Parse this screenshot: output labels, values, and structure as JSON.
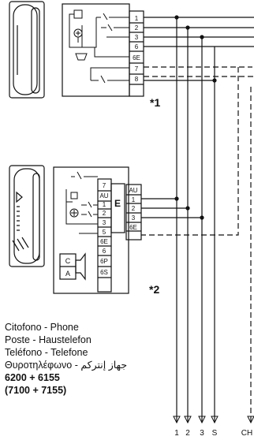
{
  "unit1": {
    "terminals": [
      "1",
      "2",
      "3",
      "6",
      "6E",
      "7",
      "8"
    ],
    "note": "*1"
  },
  "unit2": {
    "terminals_left": [
      "7",
      "AU",
      "1",
      "2",
      "3",
      "5",
      "6E",
      "6",
      "6P",
      "6S"
    ],
    "terminals_right": [
      "AU",
      "1",
      "2",
      "3",
      "6E"
    ],
    "module_label": "E",
    "component_c": "C",
    "component_a": "A",
    "note": "*2"
  },
  "bottom_terminals": [
    "1",
    "2",
    "3",
    "S",
    "CH"
  ],
  "caption": {
    "line1": "Citofono - Phone",
    "line2": "Poste - Haustelefon",
    "line3": "Teléfono - Telefone",
    "line4_greek": "Θυροτηλέφωνο - ",
    "line4_arabic": "جهاز إنتركم",
    "model1": "6200 + 6155",
    "model2": "(7100 + 7155)"
  }
}
